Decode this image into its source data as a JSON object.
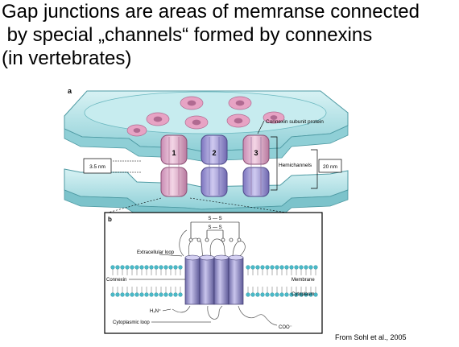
{
  "title_lines": [
    "Gap junctions are areas of memranse connected",
    " by special „channels“ formed by connexins",
    "(in vertebrates)"
  ],
  "panel_a": {
    "letter": "a",
    "subunit_label": "Connexin subunit protein",
    "channel_numbers": [
      "1",
      "2",
      "3"
    ],
    "gap_measure": "3.5 nm",
    "hemichannels_label": "Hemichannels",
    "total_measure": "20 nm"
  },
  "panel_b": {
    "letter": "b",
    "disulfide_top": "S — S",
    "disulfide_mid": "S — S",
    "extracellular_label": "Extracellular loop",
    "connexin_label": "Connexin",
    "membrane_label": "Membrane",
    "cytoplasm_label": "Cytoplasm",
    "nterm_label": "H₂N⁺",
    "cyto_loop_label": "Cytoplasmic loop",
    "cterm_label": "COO⁻"
  },
  "credit": "From Sohl et al., 2005",
  "colors": {
    "membrane": "#a8dfe3",
    "membrane_dark": "#5fb3bb",
    "pink_protein": "#e3b2cf",
    "purple_protein": "#a8a0d8",
    "lipid_head": "#49b9c8"
  }
}
